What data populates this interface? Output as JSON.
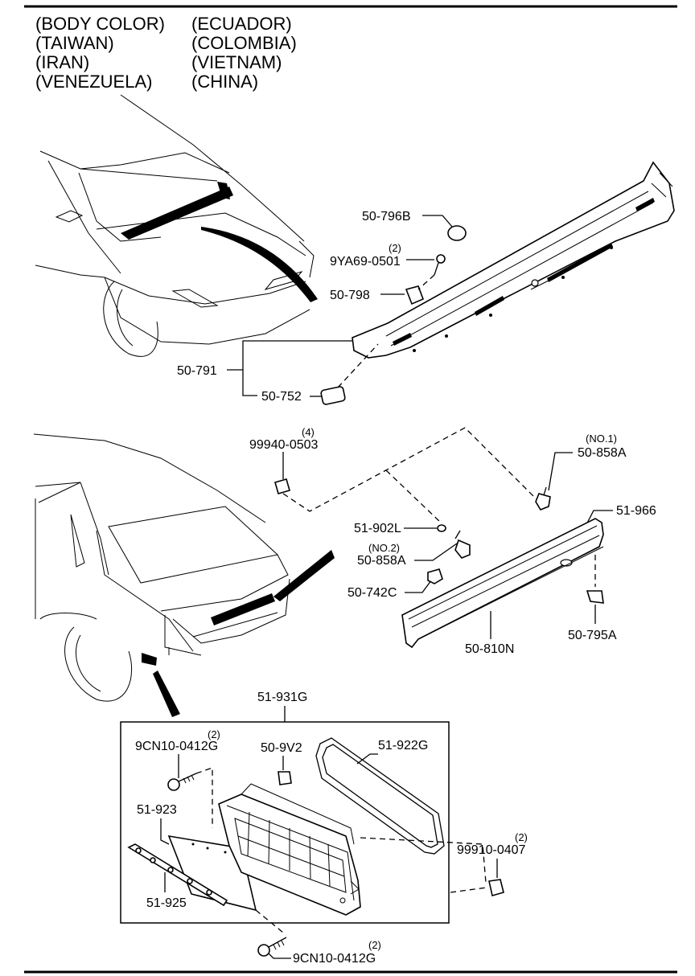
{
  "header": {
    "left": [
      "(BODY COLOR)",
      "(TAIWAN)",
      "(IRAN)",
      "(VENEZUELA)"
    ],
    "right": [
      "(ECUADOR)",
      "(COLOMBIA)",
      "(VIETNAM)",
      "(CHINA)"
    ]
  },
  "parts": {
    "p50_796b": "50-796B",
    "p9ya69_0501": "9YA69-0501",
    "p9ya69_0501_qty": "(2)",
    "p50_798": "50-798",
    "p50_791": "50-791",
    "p50_752": "50-752",
    "p99940_0503": "99940-0503",
    "p99940_0503_qty": "(4)",
    "p50_858a_no1": "50-858A",
    "p50_858a_no1_note": "(NO.1)",
    "p51_966": "51-966",
    "p51_902l": "51-902L",
    "p50_858a_no2": "50-858A",
    "p50_858a_no2_note": "(NO.2)",
    "p50_742c": "50-742C",
    "p50_810n": "50-810N",
    "p50_795a": "50-795A",
    "p51_931g": "51-931G",
    "p9cn10_0412g_top": "9CN10-0412G",
    "p9cn10_0412g_top_qty": "(2)",
    "p50_9v2": "50-9V2",
    "p51_922g": "51-922G",
    "p51_923": "51-923",
    "p99910_0407": "99910-0407",
    "p99910_0407_qty": "(2)",
    "p51_925": "51-925",
    "p9cn10_0412g_bottom": "9CN10-0412G",
    "p9cn10_0412g_bottom_qty": "(2)"
  }
}
